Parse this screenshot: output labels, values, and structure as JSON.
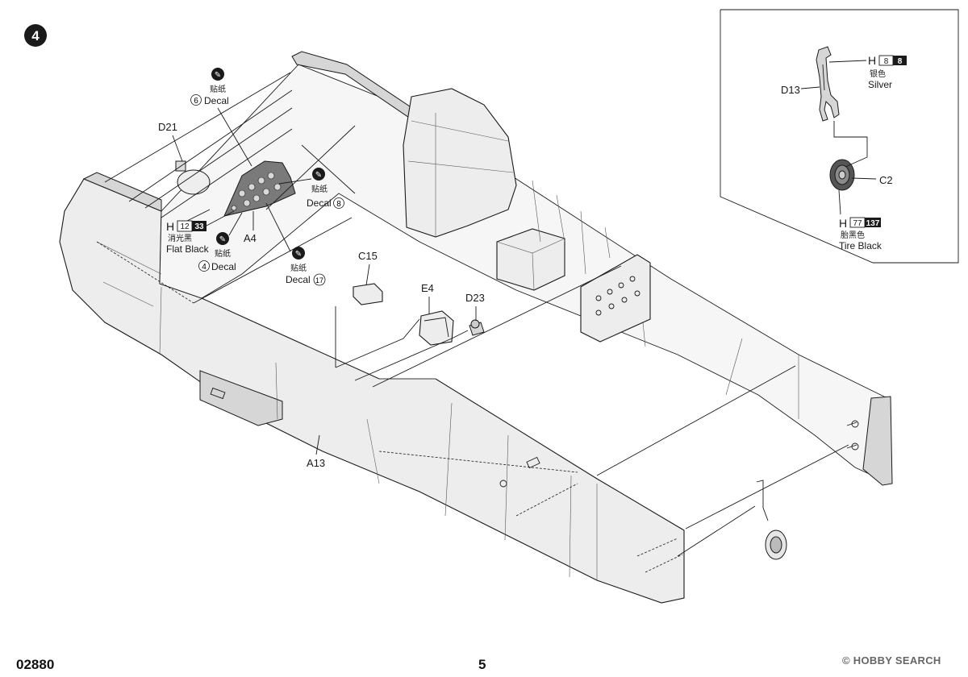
{
  "step": {
    "number": "4"
  },
  "parts": {
    "d21": "D21",
    "a4": "A4",
    "c15": "C15",
    "e4": "E4",
    "d23": "D23",
    "a13": "A13",
    "d13": "D13",
    "c2": "C2"
  },
  "decals": [
    {
      "cn": "贴纸",
      "num": "6",
      "en": "Decal"
    },
    {
      "cn": "贴纸",
      "num": "8",
      "en": "Decal"
    },
    {
      "cn": "贴纸",
      "num": "4",
      "en": "Decal"
    },
    {
      "cn": "贴纸",
      "num": "17",
      "en": "Decal"
    }
  ],
  "paints": [
    {
      "prefix": "H",
      "code1": "12",
      "code2": "33",
      "cn": "消光黑",
      "en": "Flat Black"
    },
    {
      "prefix": "H",
      "code1": "8",
      "code2": "8",
      "cn": "银色",
      "en": "Silver"
    },
    {
      "prefix": "H",
      "code1": "77",
      "code2": "137",
      "cn": "胎黑色",
      "en": "Tire Black"
    }
  ],
  "footer": {
    "kit_number": "02880",
    "page_number": "5",
    "watermark": "© HOBBY SEARCH"
  }
}
